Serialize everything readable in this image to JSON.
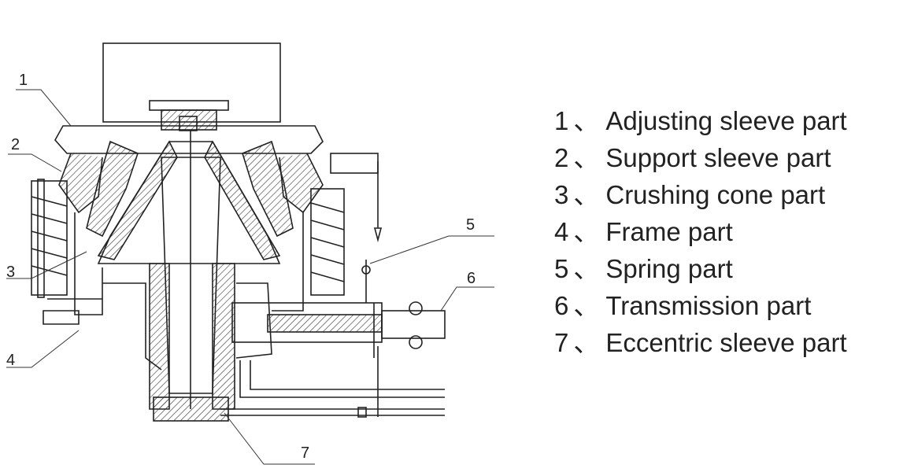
{
  "callouts": [
    "1",
    "2",
    "3",
    "4",
    "5",
    "6",
    "7"
  ],
  "legend": [
    {
      "num": "1",
      "sep": "、",
      "label": "Adjusting sleeve part"
    },
    {
      "num": "2",
      "sep": "、",
      "label": "Support sleeve part"
    },
    {
      "num": "3",
      "sep": "、",
      "label": "Crushing cone part"
    },
    {
      "num": "4",
      "sep": "、",
      "label": "Frame part"
    },
    {
      "num": "5",
      "sep": "、",
      "label": "Spring  part"
    },
    {
      "num": "6",
      "sep": "、",
      "label": "Transmission part"
    },
    {
      "num": "7",
      "sep": "、",
      "label": "Eccentric sleeve part"
    }
  ],
  "colors": {
    "line": "#222222",
    "background": "#ffffff"
  }
}
